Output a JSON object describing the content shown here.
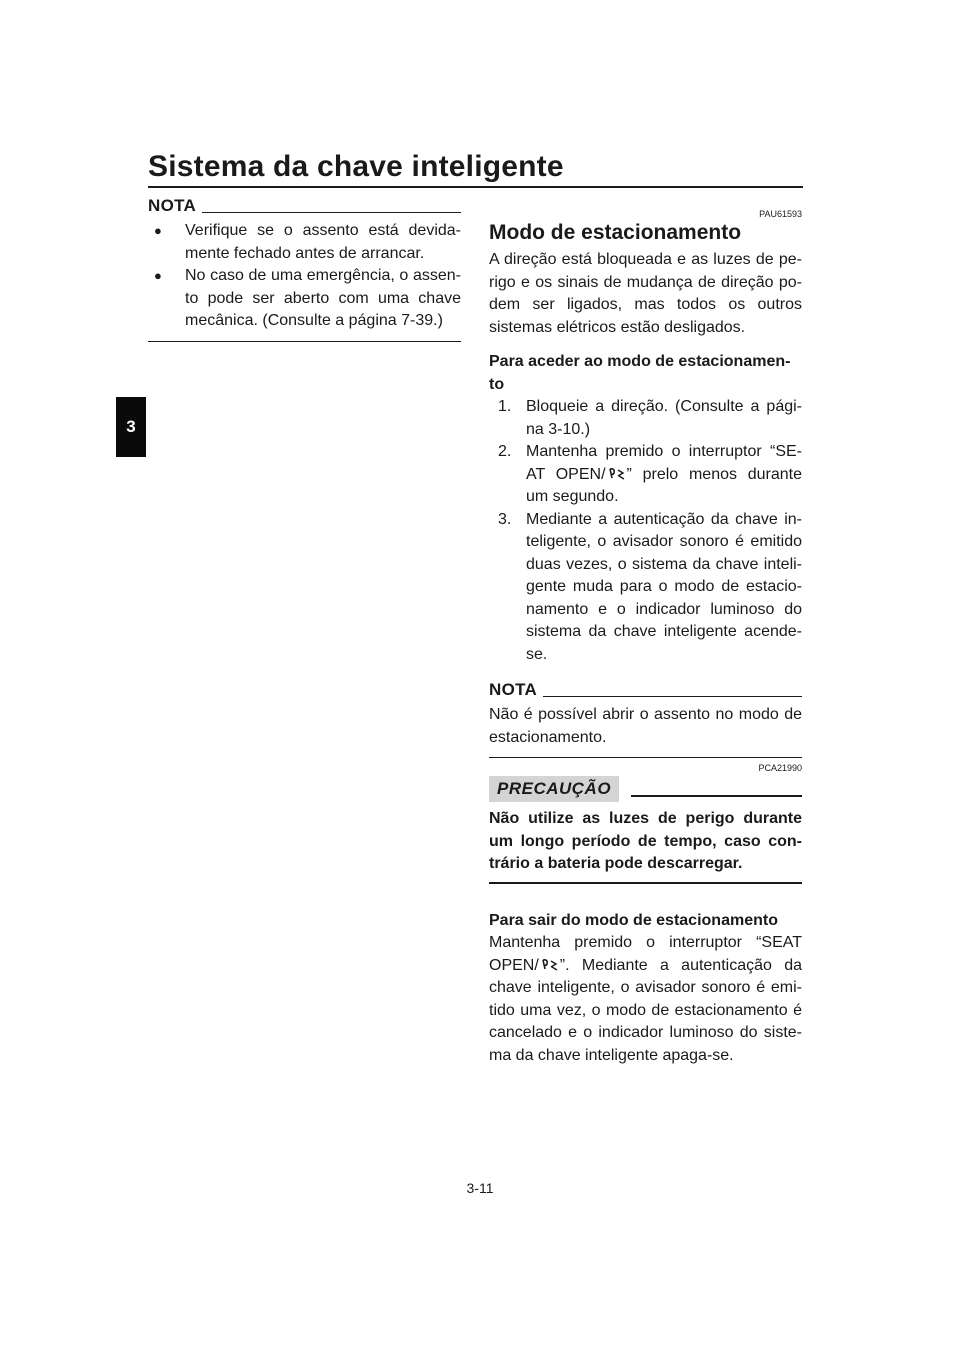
{
  "header": {
    "title": "Sistema da chave inteligente",
    "chapter_tab": "3"
  },
  "left": {
    "nota_label": "NOTA",
    "bullets": [
      "Verifique se o assento está devida-mente fechado antes de arrancar.",
      "No caso de uma emergência, o assen-to pode ser aberto com uma chave mecânica. (Consulte a página 7-39.)"
    ]
  },
  "right": {
    "code1": "PAU61593",
    "section_title": "Modo de estacionamento",
    "intro": "A direção está bloqueada e as luzes de pe-rigo e os sinais de mudança de direção po-dem ser ligados, mas todos os outros sistemas elétricos estão desligados.",
    "sub1": "Para aceder ao modo de estacionamen-to",
    "steps": [
      {
        "num": "1.",
        "text": "Bloqueie a direção. (Consulte a pági-na 3-10.)"
      },
      {
        "num": "2.",
        "pre": "Mantenha premido o interruptor “SE-AT OPEN/",
        "post": "” prelo menos durante um segundo."
      },
      {
        "num": "3.",
        "text": "Mediante a autenticação da chave in-teligente, o avisador sonoro é emitido duas vezes, o sistema da chave inteli-gente muda para o modo de estacio-namento e o indicador luminoso do sistema da chave inteligente acende-se."
      }
    ],
    "nota_label": "NOTA",
    "nota_text": "Não é possível abrir o assento no modo de estacionamento.",
    "code2": "PCA21990",
    "caution_label": "PRECAUÇÃO",
    "caution_text": "Não utilize as luzes de perigo durante um longo período de tempo, caso con-trário a bateria pode descarregar.",
    "sub2": "Para sair do modo de estacionamento",
    "exit_pre": "Mantenha premido o interruptor “SEAT OPEN/",
    "exit_post": "”. Mediante a autenticação da chave inteligente, o avisador sonoro é emi-tido uma vez, o modo de estacionamento é cancelado e o indicador luminoso do siste-ma da chave inteligente apaga-se."
  },
  "footer": {
    "page_number": "3-11"
  }
}
